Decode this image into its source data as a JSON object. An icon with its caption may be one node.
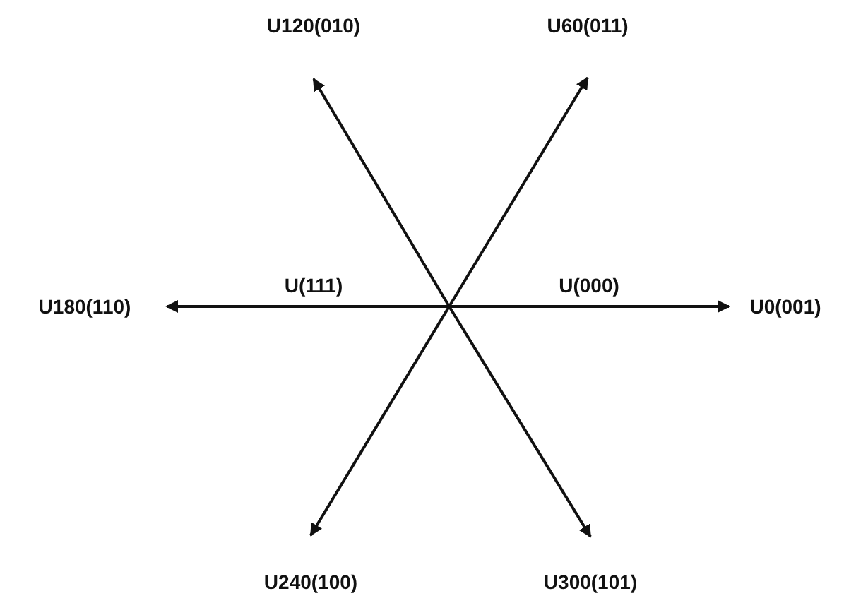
{
  "diagram": {
    "nodes": [
      {
        "text": [
          "U120(010)"
        ]
      },
      {
        "text": [
          "U60(011)"
        ]
      },
      {
        "text": [
          "U180(110)"
        ]
      },
      {
        "text": [
          "U0(001)"
        ]
      },
      {
        "text": [
          "U240(100)"
        ]
      },
      {
        "text": [
          "U300(101)"
        ]
      }
    ],
    "edges": [
      {
        "from": null,
        "to": 0,
        "arrow": "to"
      },
      {
        "from": null,
        "to": 1,
        "arrow": "to"
      },
      {
        "from": null,
        "to": 2,
        "arrow": "to"
      },
      {
        "from": null,
        "to": 3,
        "arrow": "to"
      },
      {
        "from": null,
        "to": 4,
        "arrow": "to"
      },
      {
        "from": null,
        "to": 5,
        "arrow": "to"
      }
    ],
    "labels": [
      "U(111)",
      "U(000)"
    ]
  }
}
